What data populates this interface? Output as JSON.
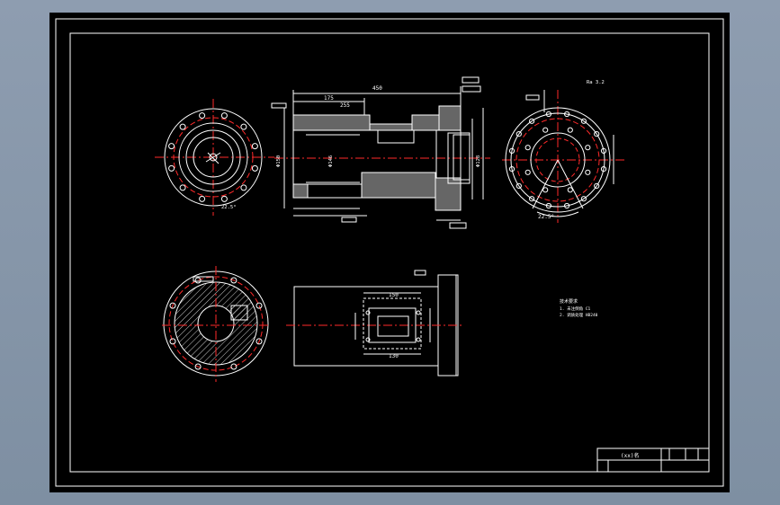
{
  "drawing": {
    "colors": {
      "background": "#000000",
      "outline": "#ffffff",
      "centerline": "#ff2a2a",
      "dimension": "#ffffff",
      "hatch": "#ffffff",
      "viewport_frame": "#8d9cae"
    },
    "dimensions": {
      "overall_length": "450",
      "length_175": "175",
      "length_255": "255",
      "width_150": "150",
      "width_130": "130",
      "angle": "22.5°",
      "angle_2": "22.5°",
      "dia_150": "Φ150",
      "dia_146": "Φ146",
      "dia_128": "Φ128"
    },
    "annotations": {
      "roughness": "Ra 3.2",
      "tech_req_title": "技术要求",
      "tech_req_1": "1. 未注倒角 C1",
      "tech_req_2": "2. 调质处理 HB240",
      "title_block_name": "(xx)名"
    }
  }
}
